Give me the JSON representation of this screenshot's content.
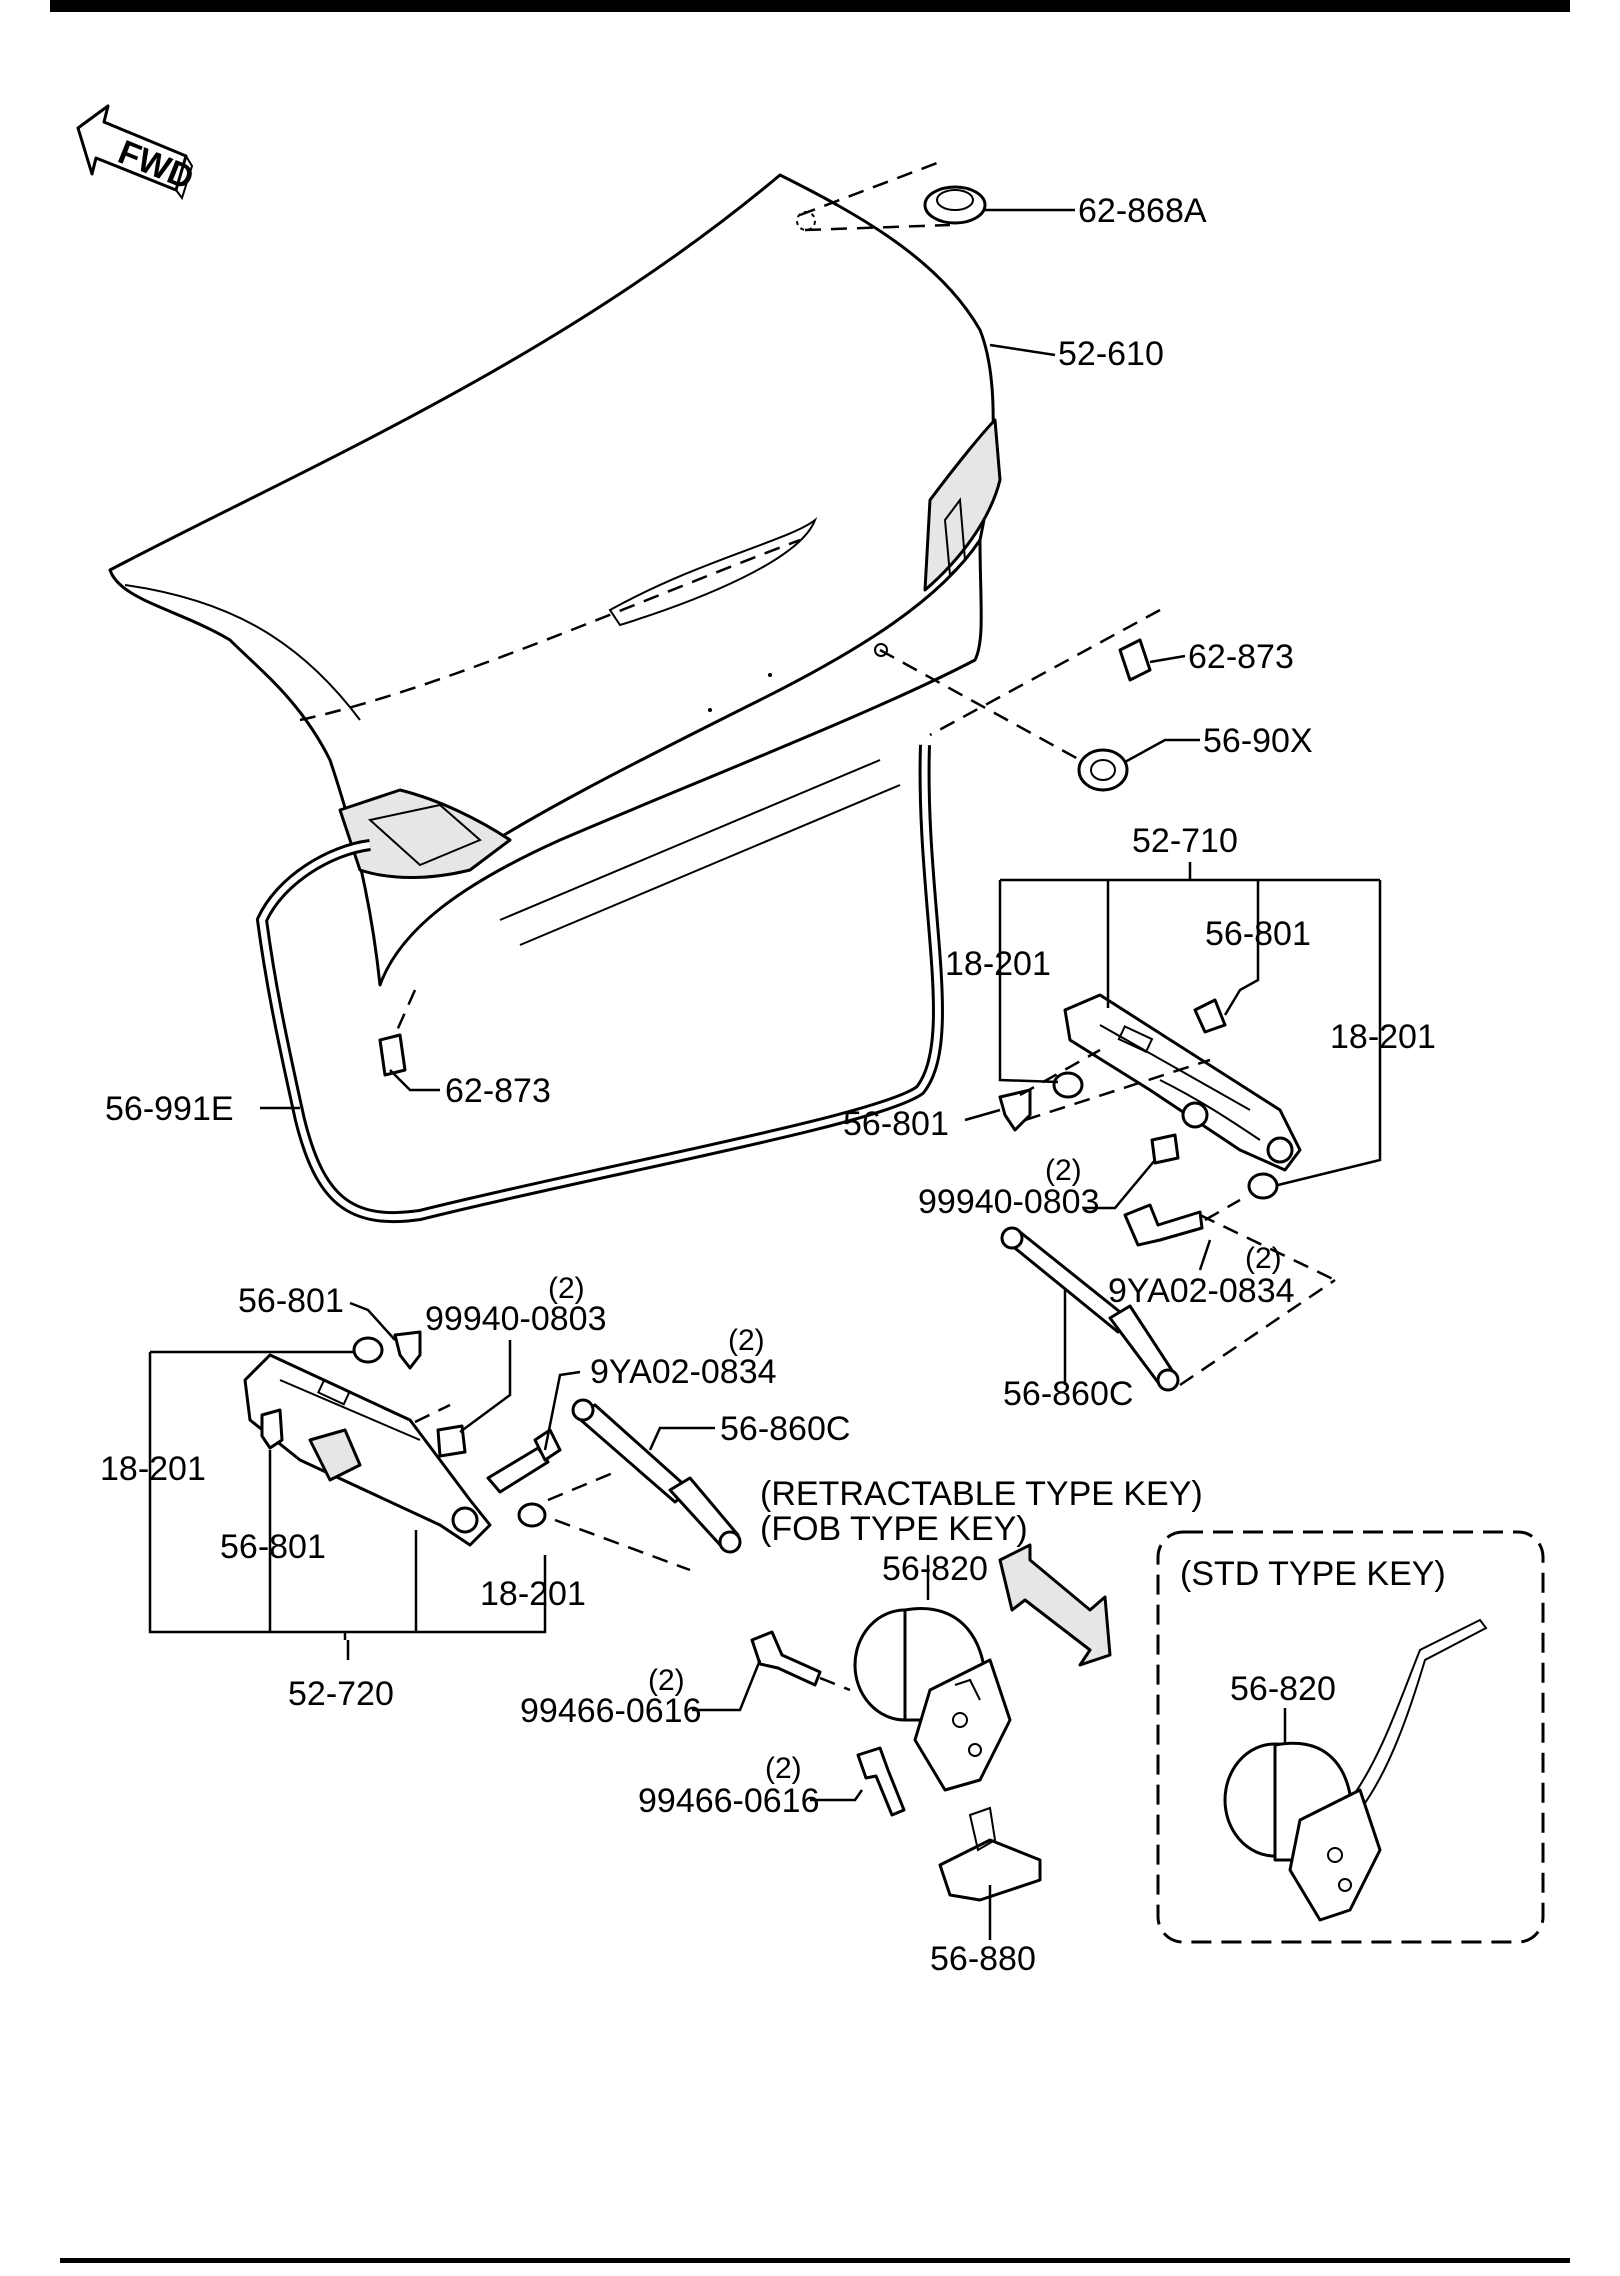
{
  "labels": {
    "fwd": "FWD",
    "p_62_868A": "62-868A",
    "p_52_610": "52-610",
    "p_62_873_top": "62-873",
    "p_56_90X": "56-90X",
    "p_52_710": "52-710",
    "p_18_201_r1": "18-201",
    "p_56_801_r1": "56-801",
    "p_18_201_r2": "18-201",
    "p_56_801_r2": "56-801",
    "p_99940_0803_r": "99940-0803",
    "p_9YA02_0834_r": "9YA02-0834",
    "p_56_860C_r": "56-860C",
    "p_62_873_bottom": "62-873",
    "p_56_991E": "56-991E",
    "p_56_801_l1": "56-801",
    "p_99940_0803_l": "99940-0803",
    "p_9YA02_0834_l": "9YA02-0834",
    "p_56_860C_l": "56-860C",
    "p_18_201_l1": "18-201",
    "p_56_801_l2": "56-801",
    "p_18_201_l2": "18-201",
    "p_52_720": "52-720",
    "note_retractable": "(RETRACTABLE TYPE KEY)",
    "note_fob": "(FOB TYPE KEY)",
    "p_56_820_main": "56-820",
    "p_99466_0616_a": "99466-0616",
    "p_99466_0616_b": "99466-0616",
    "p_56_880": "56-880",
    "note_std": "(STD TYPE KEY)",
    "p_56_820_std": "56-820"
  },
  "quantities": {
    "q_99940_0803_r": "(2)",
    "q_9YA02_0834_r": "(2)",
    "q_99940_0803_l": "(2)",
    "q_9YA02_0834_l": "(2)",
    "q_99466_0616_a": "(2)",
    "q_99466_0616_b": "(2)"
  }
}
